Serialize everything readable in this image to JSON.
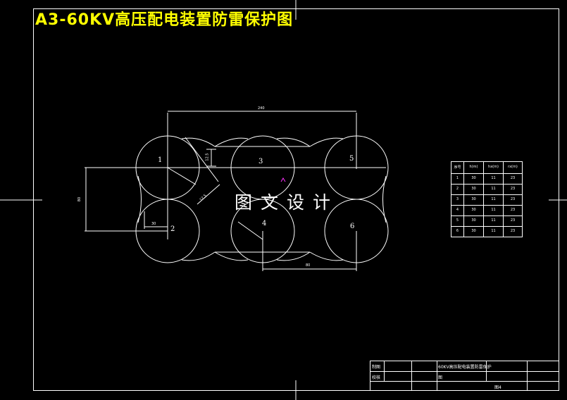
{
  "title": "A3-60KV高压配电装置防雷保护图",
  "watermark": "图文设计",
  "circle_labels": [
    "1",
    "2",
    "3",
    "4",
    "5",
    "6"
  ],
  "dimensions": {
    "top": "240",
    "left": "80",
    "bottom": "80",
    "small_left": "30",
    "short_vertical": "12.5",
    "diagonal": "12.5"
  },
  "table": {
    "headers": [
      "序号",
      "h(m)",
      "hx(m)",
      "rx(m)"
    ],
    "rows": [
      [
        "1",
        "30",
        "11",
        "23"
      ],
      [
        "2",
        "30",
        "11",
        "23"
      ],
      [
        "3",
        "30",
        "11",
        "23"
      ],
      [
        "4",
        "30",
        "11",
        "23"
      ],
      [
        "5",
        "30",
        "11",
        "23"
      ],
      [
        "6",
        "30",
        "11",
        "23"
      ]
    ]
  },
  "title_block": {
    "row1_label": "制图",
    "row2_label": "校核",
    "drawing_name": "60KV高压配电装置防雷保护",
    "drawing_name_2": "图",
    "drawing_number": "图4"
  }
}
